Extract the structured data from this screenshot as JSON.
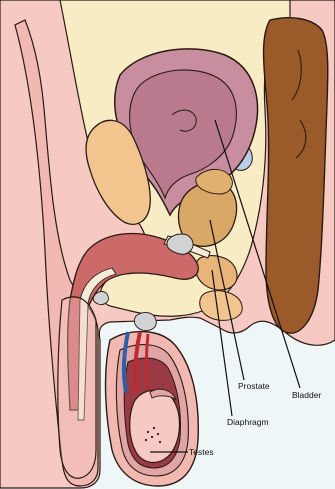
{
  "labels": {
    "prostate": "Prostate",
    "bladder": "Bladder",
    "diaphragm": "Diaphragm",
    "testes": "Testes"
  },
  "colors": {
    "background": "#eef6f8",
    "skin": "#f6c9c3",
    "pelvic_cavity": "#f7ecc4",
    "bladder": "#c98da0",
    "bladder_interior": "#b97a8e",
    "bone": "#f2c58e",
    "prostate": "#d9a766",
    "rectum": "#9a5a2a",
    "urethra": "#f3ecd8",
    "corpus": "#cc6a6a",
    "artery": "#c02830",
    "vein": "#2c5fa8",
    "outline": "#2a1a14"
  }
}
